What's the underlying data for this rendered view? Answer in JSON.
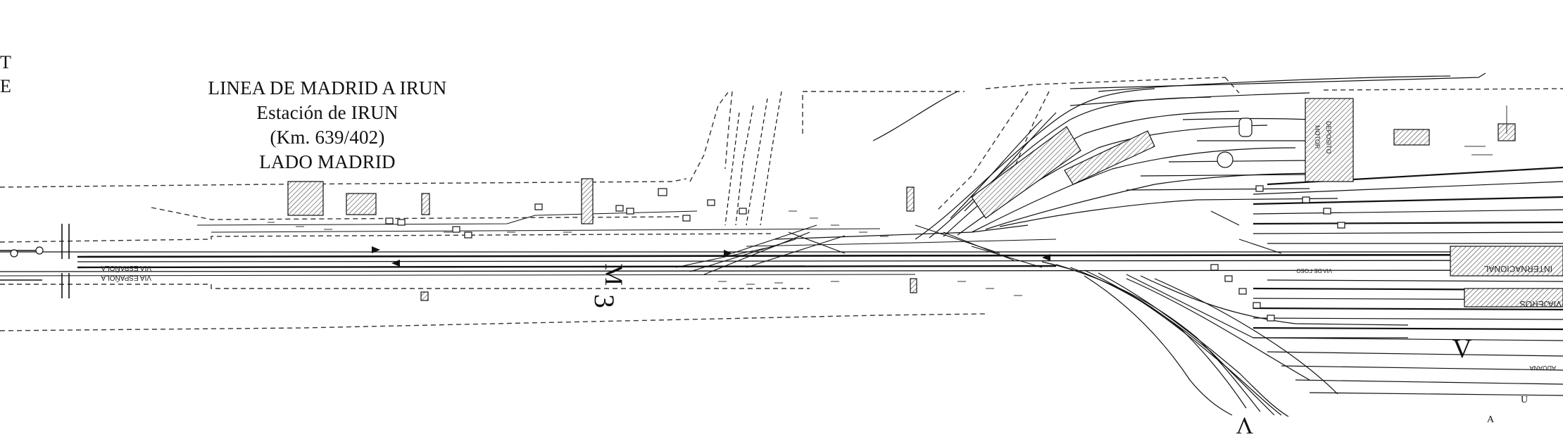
{
  "title": {
    "line1": "LINEA DE MADRID A IRUN",
    "line2": "Estación de IRUN",
    "line3": "(Km. 639/402)",
    "line4": "LADO MADRID"
  },
  "edge_text": {
    "line1": "T",
    "line2": "E"
  },
  "track_labels": {
    "via_espanola_upper": "VIA ESPAÑOLA",
    "via_espanola_lower": "VIA ESPAÑOLA",
    "internacional": "INTERNACIONAL",
    "viajeros": "VIAJEROS",
    "deposito": "DEPOSITO",
    "motor": "MOTOR",
    "aduana": "ADUANA",
    "via_de_foso": "VIA DE FOSO"
  },
  "letters": {
    "m": "M",
    "three": "3",
    "v": "V",
    "v_lower": "V",
    "a": "A",
    "u": "U"
  }
}
